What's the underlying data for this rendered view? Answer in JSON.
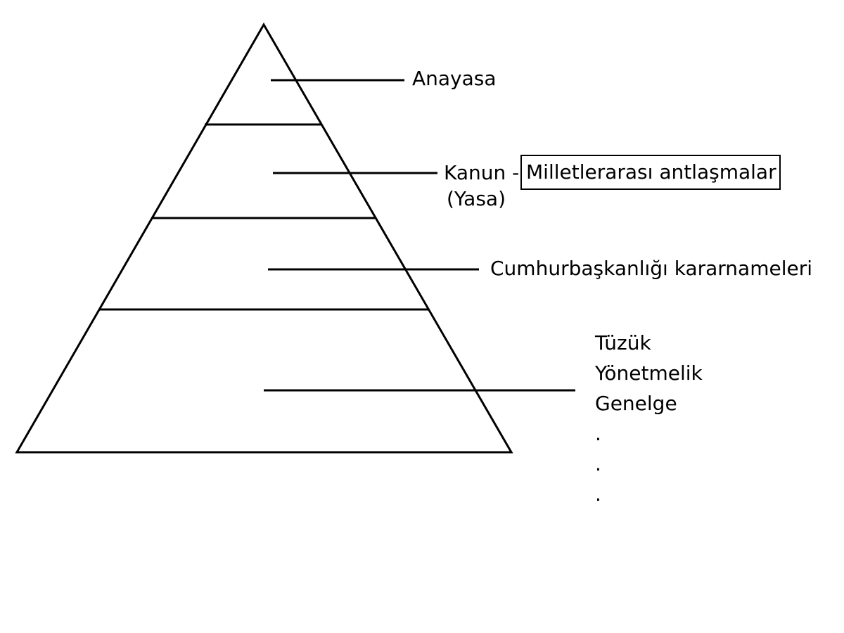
{
  "pyramid": {
    "levels": [
      {
        "id": "level-1",
        "label": "Anayasa"
      },
      {
        "id": "level-2",
        "label": "Kanun -",
        "sub_label": "(Yasa)",
        "related": "Milletlerarası antlaşmalar"
      },
      {
        "id": "level-3",
        "label": "Cumhurbaşkanlığı kararnameleri"
      },
      {
        "id": "level-4",
        "items": [
          "Tüzük",
          "Yönetmelik",
          "Genelge",
          ".",
          ".",
          "."
        ]
      }
    ]
  },
  "colors": {
    "stroke": "#000000",
    "background": "#ffffff"
  }
}
